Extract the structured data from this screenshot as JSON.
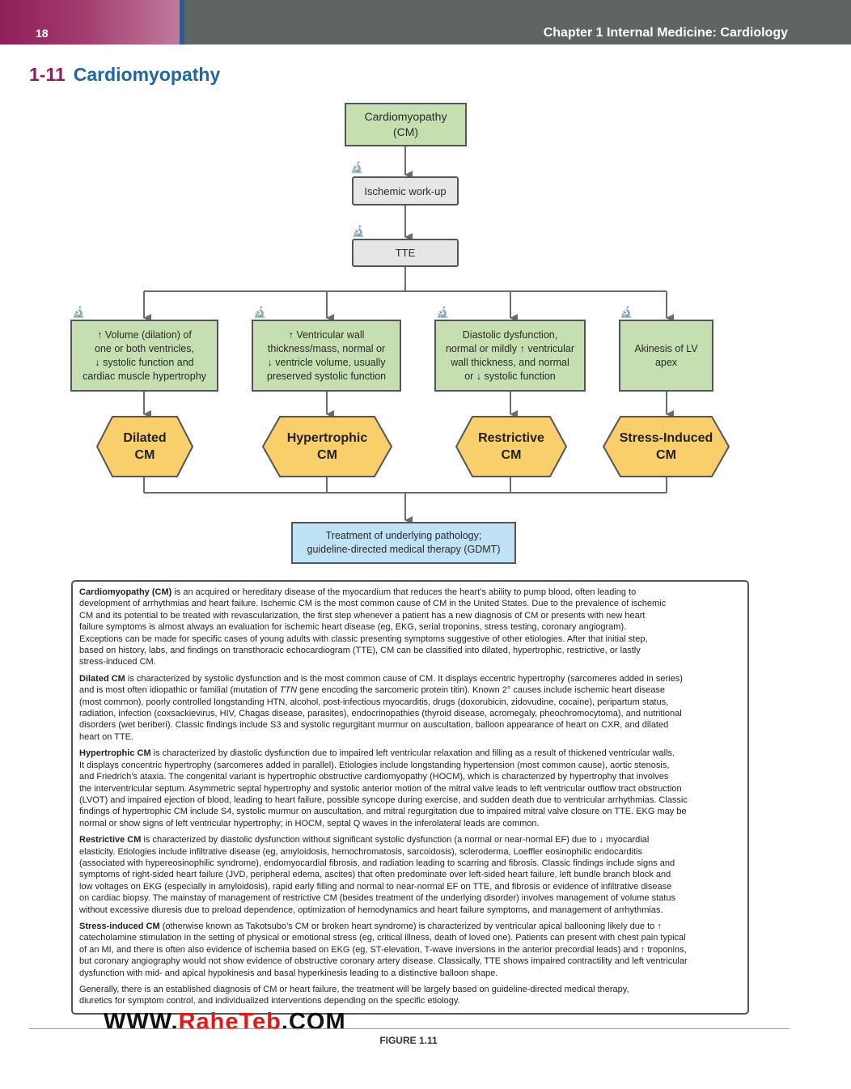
{
  "header": {
    "page_number": "18",
    "chapter_title": "Chapter 1  Internal Medicine: Cardiology"
  },
  "section": {
    "number": "1-11",
    "title": "Cardiomyopathy"
  },
  "flowchart": {
    "top_box": {
      "line1": "Cardiomyopathy",
      "line2": "(CM)"
    },
    "step1": {
      "label": "Ischemic work-up",
      "marker": "🔬"
    },
    "step2": {
      "label": "TTE",
      "marker": "🔬"
    },
    "findings": [
      {
        "lines": [
          "↑ Volume (dilation) of",
          "one or both ventricles,",
          "↓ systolic function and",
          "cardiac muscle hypertrophy"
        ],
        "marker": "🔬"
      },
      {
        "lines": [
          "↑ Ventricular wall",
          "thickness/mass, normal or",
          "↓ ventricle volume, usually",
          "preserved systolic function"
        ],
        "marker": "🔬"
      },
      {
        "lines": [
          "Diastolic dysfunction,",
          "normal or mildly ↑ ventricular",
          "wall thickness, and normal",
          "or ↓ systolic function"
        ],
        "marker": "🔬"
      },
      {
        "lines": [
          "Akinesis of LV",
          "apex"
        ],
        "marker": "🔬"
      }
    ],
    "diagnoses": [
      {
        "line1": "Dilated",
        "line2": "CM"
      },
      {
        "line1": "Hypertrophic",
        "line2": "CM"
      },
      {
        "line1": "Restrictive",
        "line2": "CM"
      },
      {
        "line1": "Stress-Induced",
        "line2": "CM"
      }
    ],
    "treatment": {
      "line1": "Treatment of underlying pathology;",
      "line2": "guideline-directed medical therapy (GDMT)"
    }
  },
  "description": {
    "p1": {
      "term": "Cardiomyopathy (CM)",
      "lines": [
        " is an acquired or hereditary disease of the myocardium that reduces the heart’s ability to pump blood, often leading to",
        "development of arrhythmias and heart failure. Ischemic CM is the most common cause of CM in the United States. Due to the prevalence of ischemic",
        "CM and its potential to be treated with revascularization, the first step whenever a patient has a new diagnosis of CM or presents with new heart",
        "failure symptoms is almost always an evaluation for ischemic heart disease (eg, EKG, serial troponins, stress testing, coronary angiogram).",
        "Exceptions can be made for specific cases of young adults with classic presenting symptoms suggestive of other etiologies. After that initial step,",
        "based on history, labs, and findings on transthoracic echocardiogram (TTE), CM can be classified into dilated, hypertrophic, restrictive, or lastly",
        "stress-induced CM."
      ]
    },
    "p2": {
      "term": "Dilated CM",
      "lines": [
        " is characterized by systolic dysfunction and is the most common cause of CM. It displays eccentric hypertrophy (sarcomeres added in series)",
        "and is most often idiopathic or familial (mutation of ",
        "TTN",
        " gene encoding the sarcomeric protein titin). Known 2° causes include ischemic heart disease",
        "(most common), poorly controlled longstanding HTN, alcohol, post-infectious myocarditis, drugs (doxorubicin, zidovudine, cocaine), peripartum status,",
        "radiation, infection (coxsackievirus, HIV, Chagas disease, parasites), endocrinopathies (thyroid disease, acromegaly, pheochromocytoma), and nutritional",
        "disorders (wet beriberi). Classic findings include S3 and systolic regurgitant murmur on auscultation, balloon appearance of heart on CXR, and dilated",
        "heart on TTE."
      ]
    },
    "p3": {
      "term": "Hypertrophic CM",
      "lines": [
        " is characterized by diastolic dysfunction due to impaired left ventricular relaxation and filling as a result of thickened ventricular walls.",
        "It displays concentric hypertrophy (sarcomeres added in parallel). Etiologies include longstanding hypertension (most common cause), aortic stenosis,",
        "and Friedrich’s ataxia. The congenital variant is hypertrophic obstructive cardiomyopathy (HOCM), which is characterized by hypertrophy that involves",
        "the interventricular septum. Asymmetric septal hypertrophy and systolic anterior motion of the mitral valve leads to left ventricular outflow tract obstruction",
        "(LVOT) and impaired ejection of blood, leading to heart failure, possible syncope during exercise, and sudden death due to ventricular arrhythmias. Classic",
        "findings of hypertrophic CM include S4, systolic murmur on auscultation, and mitral regurgitation due to impaired mitral valve closure on TTE. EKG may be",
        "normal or show signs of left ventricular hypertrophy; in HOCM, septal Q waves in the inferolateral leads are common."
      ]
    },
    "p4": {
      "term": "Restrictive CM",
      "lines": [
        " is characterized by diastolic dysfunction without significant systolic dysfunction (a normal or near-normal EF) due to ↓ myocardial",
        "elasticity. Etiologies include infiltrative disease (eg, amyloidosis, hemochromatosis, sarcoidosis), scleroderma, Loeffler eosinophilic endocarditis",
        "(associated with hypereosinophilic syndrome), endomyocardial fibrosis, and radiation leading to scarring and fibrosis. Classic findings include signs and",
        "symptoms of right-sided heart failure (JVD, peripheral edema, ascites) that often predominate over left-sided heart failure, left bundle branch block and",
        "low voltages on EKG (especially in amyloidosis), rapid early filling and normal to near-normal EF on TTE, and fibrosis or evidence of infiltrative disease",
        "on cardiac biopsy. The mainstay of management of restrictive CM (besides treatment of the underlying disorder) involves management of volume status",
        "without excessive diuresis due to preload dependence, optimization of hemodynamics and heart failure symptoms, and management of arrhythmias."
      ]
    },
    "p5": {
      "term": "Stress-induced CM",
      "lines": [
        " (otherwise known as Takotsubo’s CM or broken heart syndrome) is characterized by ventricular apical ballooning likely due to ↑",
        "catecholamine stimulation in the setting of physical or emotional stress (eg, critical illness, death of loved one). Patients can present with chest pain typical",
        "of an MI, and there is often also evidence of ischemia based on EKG (eg, ST-elevation, T-wave inversions in the anterior precordial leads) and ↑ troponins,",
        "but coronary angiography would not show evidence of obstructive coronary artery disease. Classically, TTE shows impaired contractility and left ventricular",
        "dysfunction with mid- and apical hypokinesis and basal hyperkinesis leading to a distinctive balloon shape."
      ]
    },
    "p6": {
      "lines": [
        "Generally, there is an established diagnosis of CM or heart failure, the treatment will be largely based on guideline-directed medical therapy,",
        "diuretics for symptom control, and individualized interventions depending on the specific etiology."
      ]
    }
  },
  "watermark": {
    "prefix": "WWW.",
    "highlight": "RaheTeb",
    "suffix": ".COM"
  },
  "figure_label": "FIGURE 1.11",
  "colors": {
    "header_magenta": "#8e1f58",
    "header_gray": "#5f6563",
    "title_blue": "#1f66a6",
    "finding_green": "#c6dfb0",
    "diagnosis_yellow": "#f8cf6a",
    "treatment_blue": "#bfe2f4"
  }
}
